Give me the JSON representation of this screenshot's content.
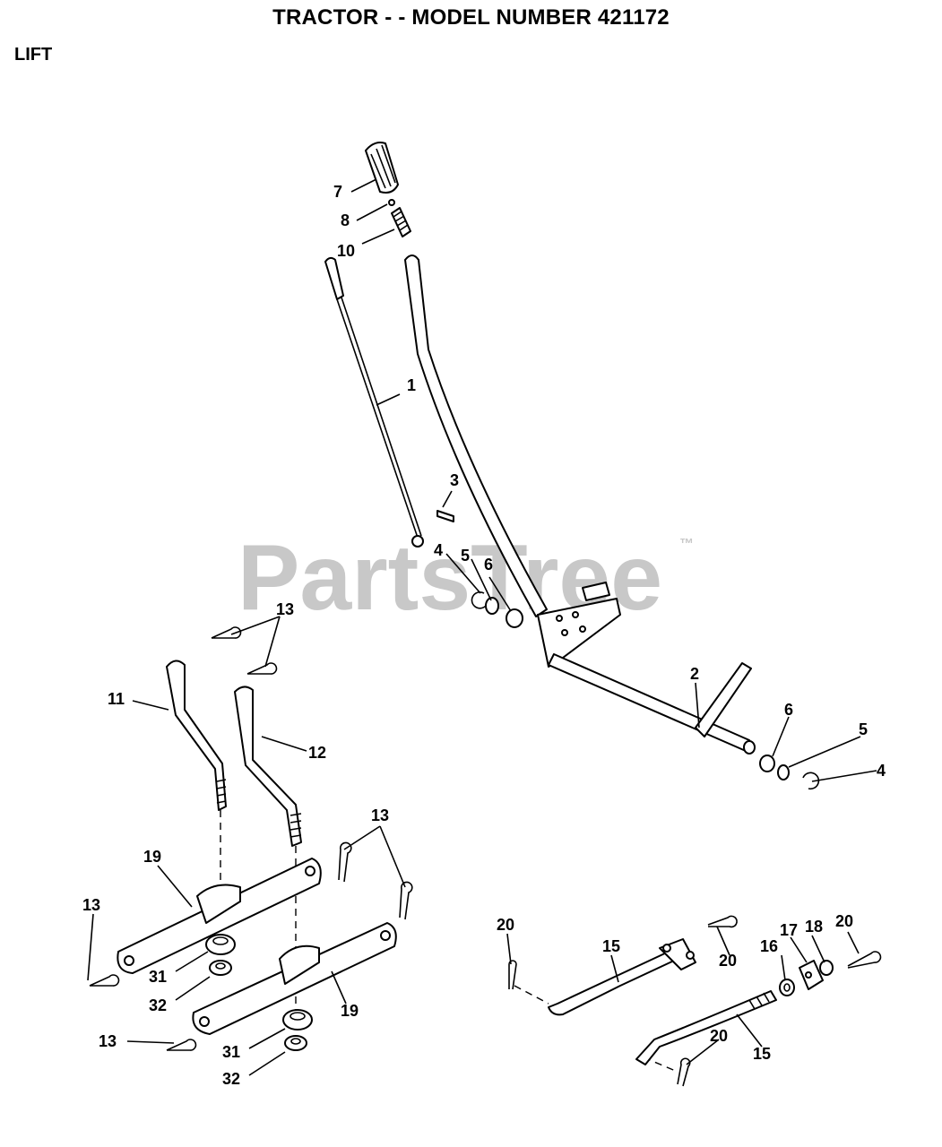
{
  "header": {
    "title": "TRACTOR - - MODEL NUMBER 421172",
    "section": "LIFT"
  },
  "watermark": {
    "text": "PartsTree",
    "mark": "™"
  },
  "callouts": [
    "1",
    "2",
    "3",
    "4",
    "4",
    "5",
    "5",
    "6",
    "6",
    "7",
    "8",
    "10",
    "11",
    "12",
    "13",
    "13",
    "13",
    "13",
    "15",
    "15",
    "16",
    "17",
    "18",
    "19",
    "19",
    "20",
    "20",
    "20",
    "20",
    "31",
    "31",
    "32",
    "32"
  ]
}
